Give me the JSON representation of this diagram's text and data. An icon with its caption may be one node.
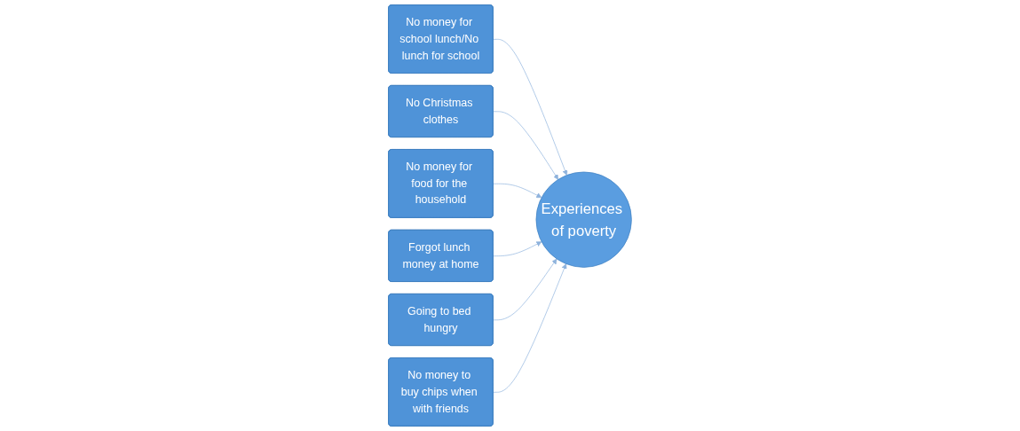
{
  "diagram": {
    "nodes": [
      {
        "text": [
          "No money for school lunch/No lunch for school"
        ]
      },
      {
        "text": [
          "No Christmas clothes"
        ]
      },
      {
        "text": [
          "No money for food for the household"
        ]
      },
      {
        "text": [
          "Forgot lunch money at home"
        ]
      },
      {
        "text": [
          "Going to bed hungry"
        ]
      },
      {
        "text": [
          "Experiences of poverty"
        ]
      },
      {
        "text": [
          "No money to buy chips when with friends"
        ]
      }
    ],
    "edges": [
      {
        "from": 0,
        "to": 5,
        "arrow": "to"
      },
      {
        "from": 1,
        "to": 5,
        "arrow": "to"
      },
      {
        "from": 2,
        "to": 5,
        "arrow": "to"
      },
      {
        "from": 3,
        "to": 5,
        "arrow": "to"
      },
      {
        "from": 4,
        "to": 5,
        "arrow": "to"
      },
      {
        "from": 6,
        "to": 5,
        "arrow": "to"
      }
    ]
  }
}
